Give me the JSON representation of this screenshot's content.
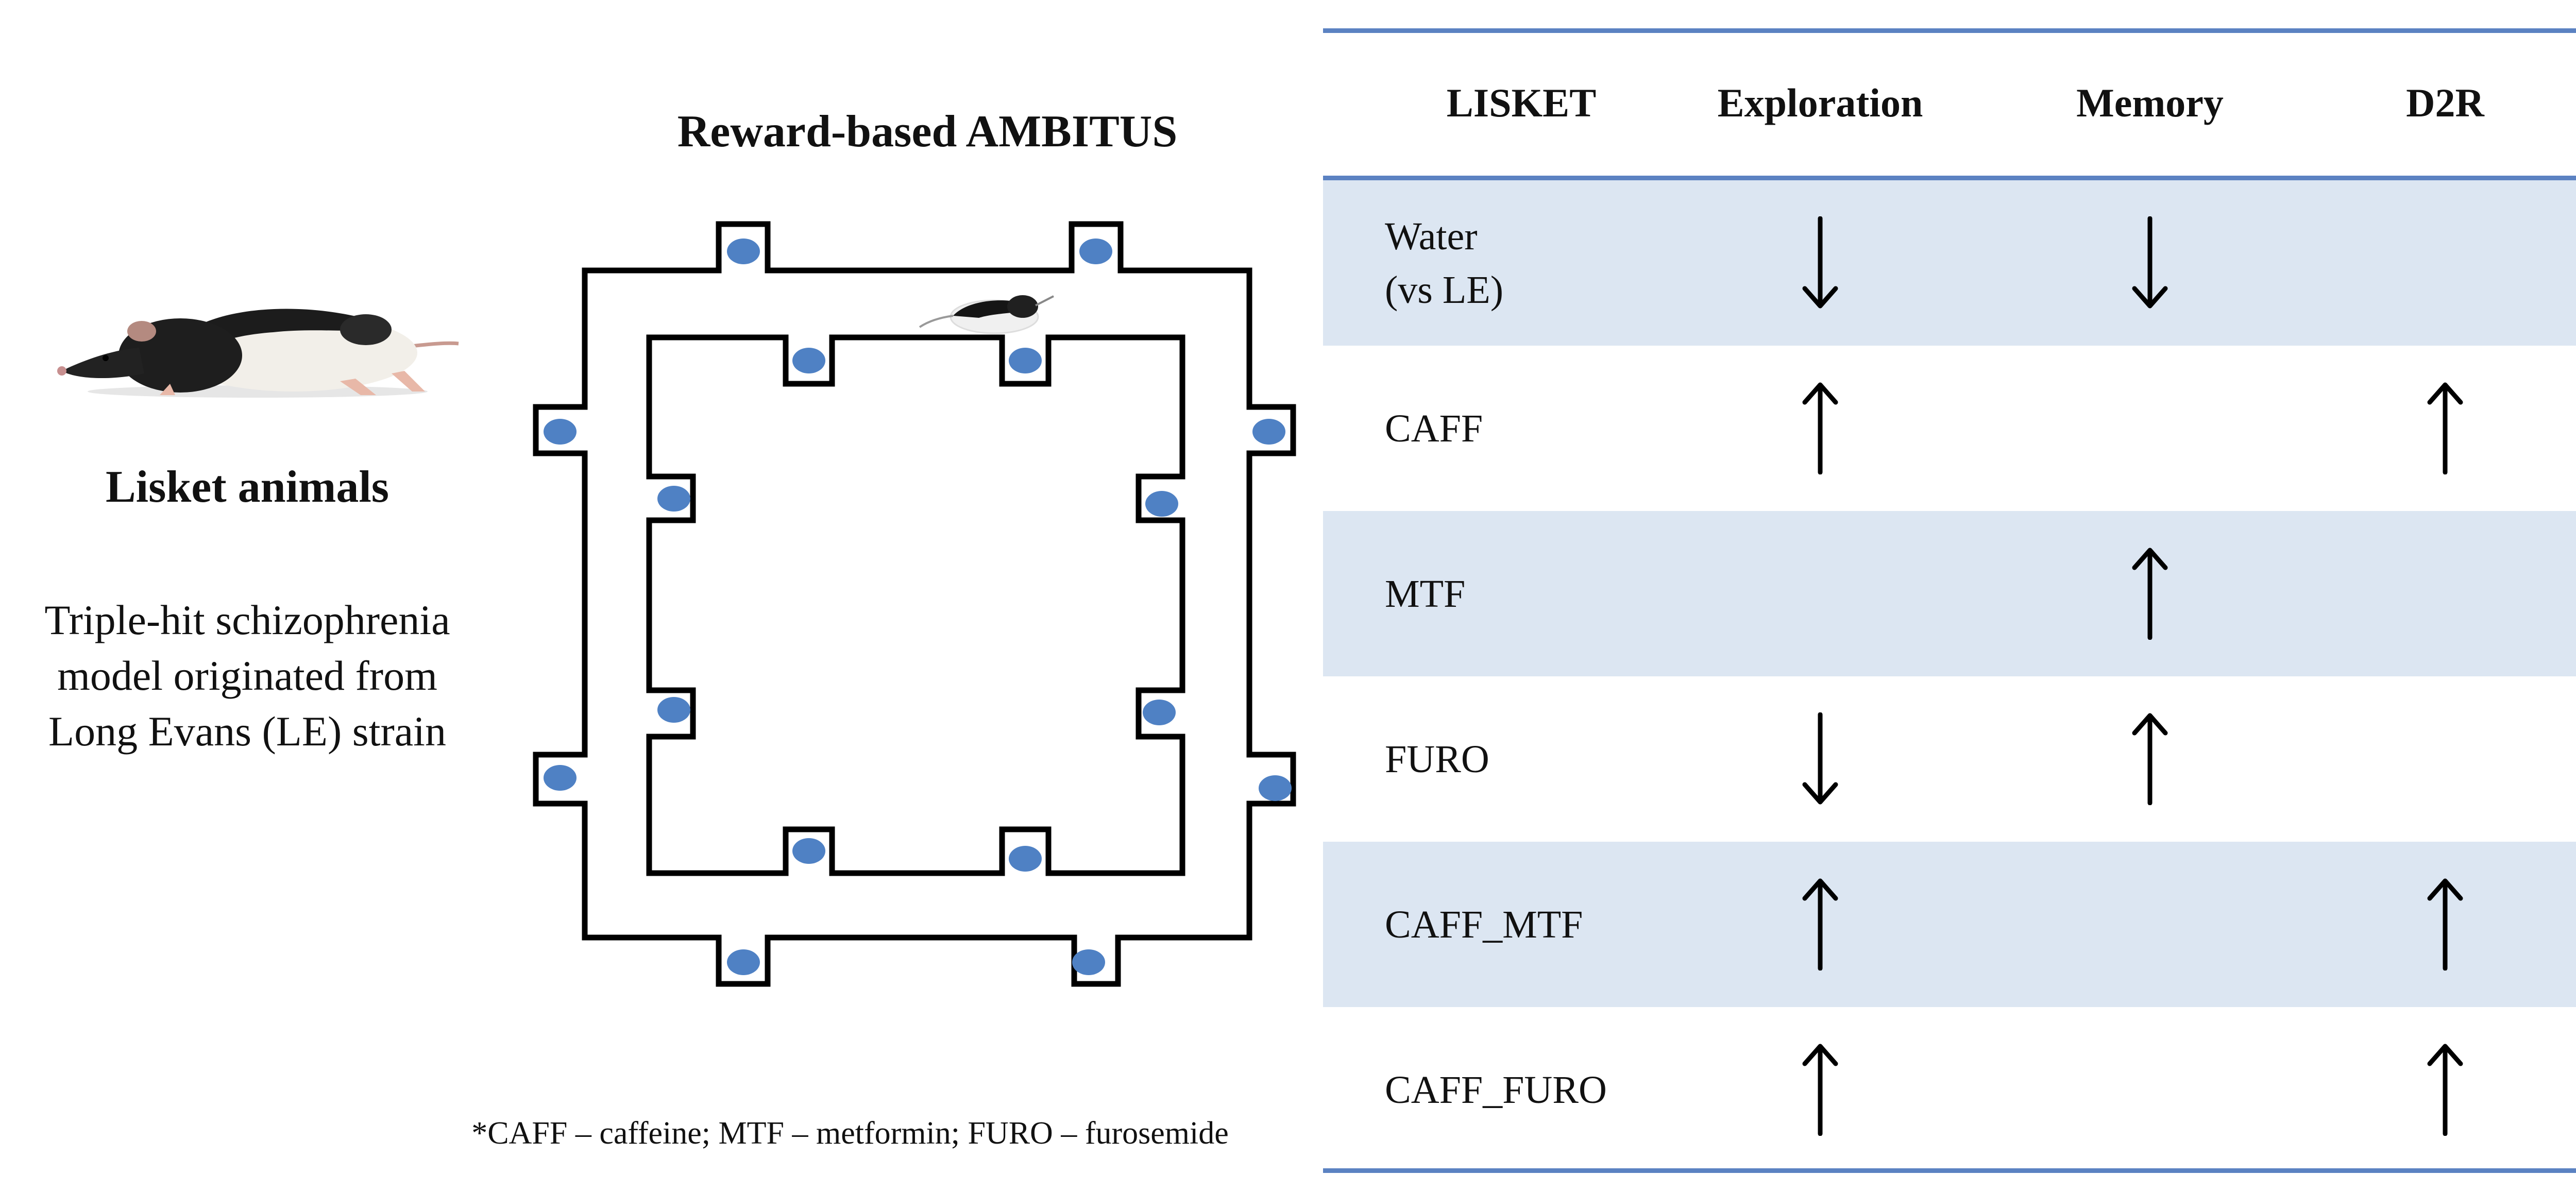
{
  "left_panel": {
    "title": "Lisket animals",
    "description_lines": [
      "Triple-hit schizophrenia",
      "model originated from",
      "Long Evans (LE) strain"
    ]
  },
  "maze": {
    "title": "Reward-based AMBITUS",
    "reward_dot_color": "#4f81c4",
    "reward_dot_count": 16
  },
  "footnote": "*CAFF – caffeine; MTF – metformin; FURO – furosemide",
  "table": {
    "accent_color": "#5b82c2",
    "shade_color": "#dce6f2",
    "headers": [
      "LISKET",
      "Exploration",
      "Memory",
      "D2R"
    ],
    "rows": [
      {
        "label_lines": [
          "Water",
          "(vs LE)"
        ],
        "exploration": "down",
        "memory": "down",
        "d2r": ""
      },
      {
        "label_lines": [
          "CAFF"
        ],
        "exploration": "up",
        "memory": "",
        "d2r": "up"
      },
      {
        "label_lines": [
          "MTF"
        ],
        "exploration": "",
        "memory": "up",
        "d2r": ""
      },
      {
        "label_lines": [
          "FURO"
        ],
        "exploration": "down",
        "memory": "up",
        "d2r": ""
      },
      {
        "label_lines": [
          "CAFF_MTF"
        ],
        "exploration": "up",
        "memory": "",
        "d2r": "up"
      },
      {
        "label_lines": [
          "CAFF_FURO"
        ],
        "exploration": "up",
        "memory": "",
        "d2r": "up"
      }
    ]
  }
}
